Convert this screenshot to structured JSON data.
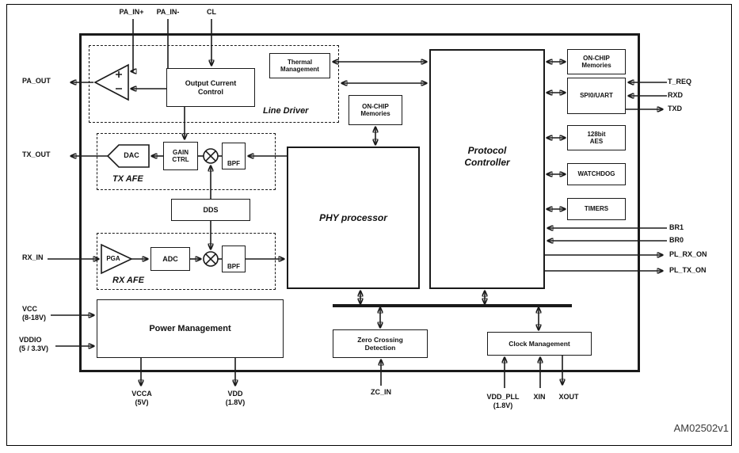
{
  "watermark": "AM02502v1",
  "blocks": {
    "line_driver": "Line Driver",
    "output_current_control": "Output Current Control",
    "thermal_management": "Thermal Management",
    "onchip_memories_mid": "ON-CHIP Memories",
    "tx_afe": "TX AFE",
    "dac": "DAC",
    "gain_ctrl": "GAIN CTRL",
    "bpf_tx": "BPF",
    "dds": "DDS",
    "rx_afe": "RX AFE",
    "pga": "PGA",
    "adc": "ADC",
    "bpf_rx": "BPF",
    "phy_processor": "PHY processor",
    "protocol_controller": "Protocol Controller",
    "onchip_memories_right": "ON-CHIP Memories",
    "spi0_uart": "SPI0/UART",
    "aes_128bit": "128bit AES",
    "watchdog": "WATCHDOG",
    "timers": "TIMERS",
    "power_management": "Power Management",
    "zero_crossing_detection": "Zero Crossing Detection",
    "clock_management": "Clock Management"
  },
  "pins": {
    "pa_in_plus": "PA_IN+",
    "pa_in_minus": "PA_IN-",
    "cl": "CL",
    "pa_out": "PA_OUT",
    "tx_out": "TX_OUT",
    "rx_in": "RX_IN",
    "vcc": "VCC",
    "vcc_range": "(8-18V)",
    "vddio": "VDDIO",
    "vddio_range": "(5 / 3.3V)",
    "t_req": "T_REQ",
    "rxd": "RXD",
    "txd": "TXD",
    "br1": "BR1",
    "br0": "BR0",
    "pl_rx_on": "PL_RX_ON",
    "pl_tx_on": "PL_TX_ON",
    "vcca": "VCCA",
    "vcca_v": "(5V)",
    "vdd": "VDD",
    "vdd_v": "(1.8V)",
    "zc_in": "ZC_IN",
    "vdd_pll": "VDD_PLL",
    "vdd_pll_v": "(1.8V)",
    "xin": "XIN",
    "xout": "XOUT"
  }
}
